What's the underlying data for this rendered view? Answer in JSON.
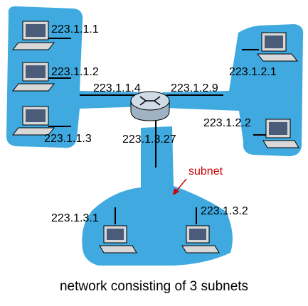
{
  "labels": {
    "s1_host1": "223.1.1.1",
    "s1_host2": "223.1.1.2",
    "s1_host3": "223.1.1.3",
    "s1_router": "223.1.1.4",
    "s2_router": "223.1.2.9",
    "s2_host1": "223.1.2.1",
    "s2_host2": "223.1.2.2",
    "s3_router": "223.1.3.27",
    "s3_host1": "223.1.3.1",
    "s3_host2": "223.1.3.2",
    "subnet": "subnet"
  },
  "caption": "network consisting of 3 subnets",
  "colors": {
    "subnet_fill": "#3fa9e0",
    "line": "#000000",
    "subnet_label": "#cc0000",
    "router": "#b8c8d8"
  },
  "icons": {
    "host": "desktop-computer-icon",
    "router": "router-icon"
  }
}
